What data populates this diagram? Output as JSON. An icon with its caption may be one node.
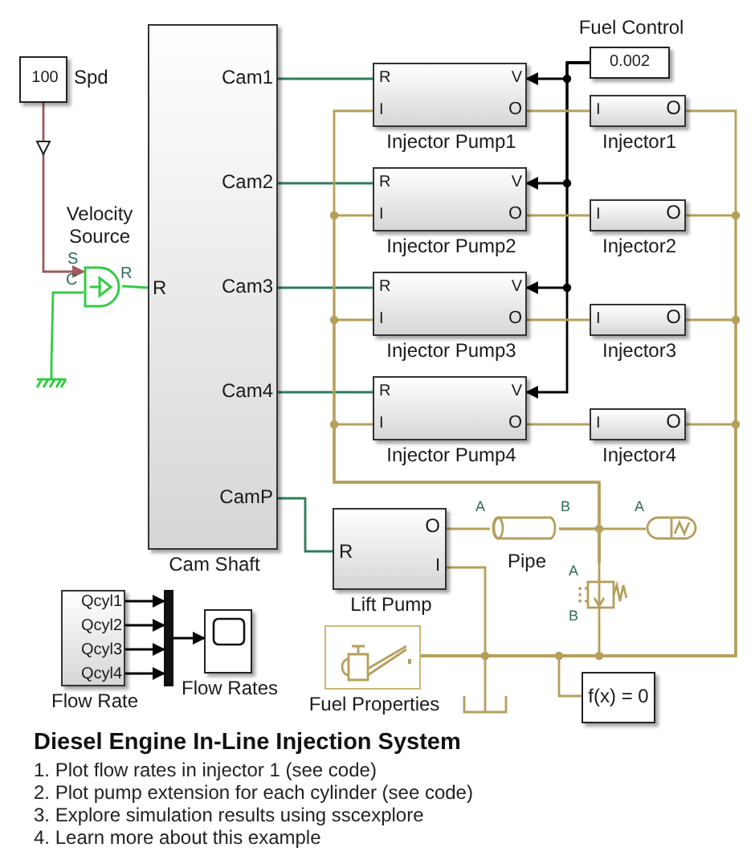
{
  "diagram": {
    "title": "Diesel Engine In-Line Injection System",
    "nodes": [
      {
        "text": [
          "100"
        ],
        "beside": [
          "Spd"
        ]
      },
      {
        "text": [
          "Velocity Source",
          "S",
          "C",
          "R"
        ]
      },
      {
        "text": [],
        "shape": "ground"
      },
      {
        "text": [
          "R",
          "Cam1",
          "Cam2",
          "Cam3",
          "Cam4",
          "CamP",
          "Cam Shaft"
        ]
      },
      {
        "text": [
          "R",
          "V",
          "I",
          "O",
          "Injector Pump1"
        ]
      },
      {
        "text": [
          "R",
          "V",
          "I",
          "O",
          "Injector Pump2"
        ]
      },
      {
        "text": [
          "R",
          "V",
          "I",
          "O",
          "Injector Pump3"
        ]
      },
      {
        "text": [
          "R",
          "V",
          "I",
          "O",
          "Injector Pump4"
        ]
      },
      {
        "text": [
          "Fuel Control",
          "0.002"
        ]
      },
      {
        "text": [
          "I",
          "O",
          "Injector1"
        ]
      },
      {
        "text": [
          "I",
          "O",
          "Injector2"
        ]
      },
      {
        "text": [
          "I",
          "O",
          "Injector3"
        ]
      },
      {
        "text": [
          "I",
          "O",
          "Injector4"
        ]
      },
      {
        "text": [
          "O",
          "R",
          "I",
          "Lift Pump"
        ]
      },
      {
        "text": [
          "A",
          "B",
          "Pipe"
        ]
      },
      {
        "text": [
          "A"
        ]
      },
      {
        "text": [
          "A",
          "B"
        ]
      },
      {
        "text": [
          "Fuel Properties"
        ]
      },
      {
        "text": [],
        "shape": "tank"
      },
      {
        "text": [
          "f(x) = 0"
        ]
      },
      {
        "text": [
          "Qcyl1",
          "Qcyl2",
          "Qcyl3",
          "Qcyl4",
          "Flow Rate"
        ]
      },
      {
        "text": [],
        "shape": "bar"
      },
      {
        "text": [
          "Flow Rates"
        ]
      }
    ],
    "edges": [
      {
        "from": 0,
        "to": 1,
        "arrow": "to",
        "color": "#a05a5a"
      },
      {
        "from": 1,
        "to": 2,
        "arrow": "none",
        "color": "#33cc44"
      },
      {
        "from": 1,
        "to": 3,
        "arrow": "none",
        "color": "#33cc44"
      },
      {
        "from": 3,
        "to": 4,
        "arrow": "none",
        "color": "#2e7d5b"
      },
      {
        "from": 3,
        "to": 5,
        "arrow": "none",
        "color": "#2e7d5b"
      },
      {
        "from": 3,
        "to": 6,
        "arrow": "none",
        "color": "#2e7d5b"
      },
      {
        "from": 3,
        "to": 7,
        "arrow": "none",
        "color": "#2e7d5b"
      },
      {
        "from": 3,
        "to": 13,
        "arrow": "none",
        "color": "#2e7d5b"
      },
      {
        "from": 8,
        "to": 4,
        "arrow": "to",
        "color": "#000000"
      },
      {
        "from": 8,
        "to": 5,
        "arrow": "to",
        "color": "#000000"
      },
      {
        "from": 8,
        "to": 6,
        "arrow": "to",
        "color": "#000000"
      },
      {
        "from": 8,
        "to": 7,
        "arrow": "to",
        "color": "#000000"
      },
      {
        "from": 4,
        "to": 9,
        "arrow": "none"
      },
      {
        "from": 5,
        "to": 10,
        "arrow": "none"
      },
      {
        "from": 6,
        "to": 11,
        "arrow": "none"
      },
      {
        "from": 7,
        "to": 12,
        "arrow": "none"
      },
      {
        "from": 4,
        "to": 16,
        "arrow": "none"
      },
      {
        "from": 5,
        "to": 16,
        "arrow": "none"
      },
      {
        "from": 6,
        "to": 16,
        "arrow": "none"
      },
      {
        "from": 7,
        "to": 16,
        "arrow": "none"
      },
      {
        "from": 13,
        "to": 14,
        "arrow": "none"
      },
      {
        "from": 14,
        "to": 15,
        "arrow": "none"
      },
      {
        "from": 14,
        "to": 16,
        "arrow": "none"
      },
      {
        "from": 16,
        "to": 17,
        "arrow": "none"
      },
      {
        "from": 13,
        "to": 18,
        "arrow": "none"
      },
      {
        "from": 17,
        "to": 19,
        "arrow": "none"
      },
      {
        "from": 9,
        "to": 17,
        "arrow": "none"
      },
      {
        "from": 10,
        "to": 17,
        "arrow": "none"
      },
      {
        "from": 11,
        "to": 17,
        "arrow": "none"
      },
      {
        "from": 12,
        "to": 17,
        "arrow": "none"
      },
      {
        "from": 20,
        "to": 21,
        "arrow": "to",
        "color": "#000000"
      },
      {
        "from": 20,
        "to": 21,
        "arrow": "to",
        "color": "#000000"
      },
      {
        "from": 20,
        "to": 21,
        "arrow": "to",
        "color": "#000000"
      },
      {
        "from": 20,
        "to": 21,
        "arrow": "to",
        "color": "#000000"
      },
      {
        "from": 21,
        "to": 22,
        "arrow": "to",
        "color": "#000000"
      }
    ],
    "labels": [
      "1. Plot flow rates in injector 1 (see code)",
      "2. Plot pump extension for each cylinder (see code)",
      "3. Explore simulation results using sscexplore",
      "4. Learn more about this example"
    ]
  }
}
